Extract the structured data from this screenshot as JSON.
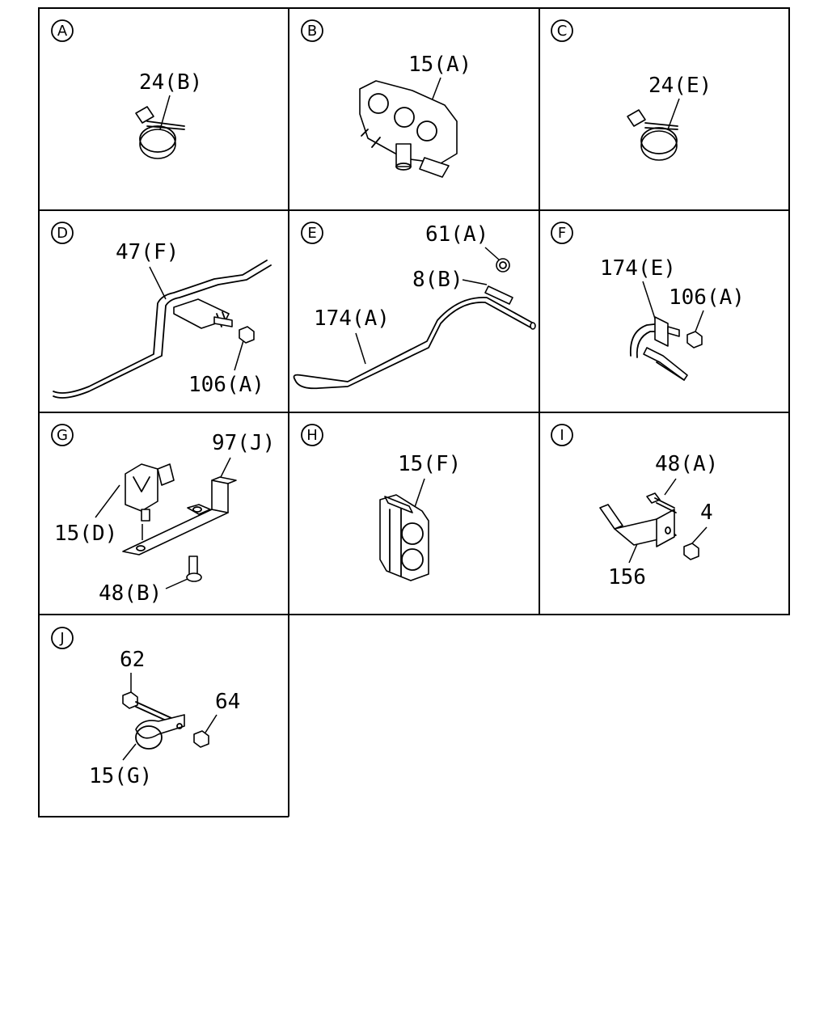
{
  "panels": [
    {
      "id": "A",
      "callouts": [
        "24(B)"
      ]
    },
    {
      "id": "B",
      "callouts": [
        "15(A)"
      ]
    },
    {
      "id": "C",
      "callouts": [
        "24(E)"
      ]
    },
    {
      "id": "D",
      "callouts": [
        "47(F)",
        "106(A)"
      ]
    },
    {
      "id": "E",
      "callouts": [
        "61(A)",
        "8(B)",
        "174(A)"
      ]
    },
    {
      "id": "F",
      "callouts": [
        "174(E)",
        "106(A)"
      ]
    },
    {
      "id": "G",
      "callouts": [
        "97(J)",
        "15(D)",
        "48(B)"
      ]
    },
    {
      "id": "H",
      "callouts": [
        "15(F)"
      ]
    },
    {
      "id": "I",
      "callouts": [
        "48(A)",
        "4",
        "156"
      ]
    },
    {
      "id": "J",
      "callouts": [
        "62",
        "64",
        "15(G)"
      ]
    }
  ]
}
